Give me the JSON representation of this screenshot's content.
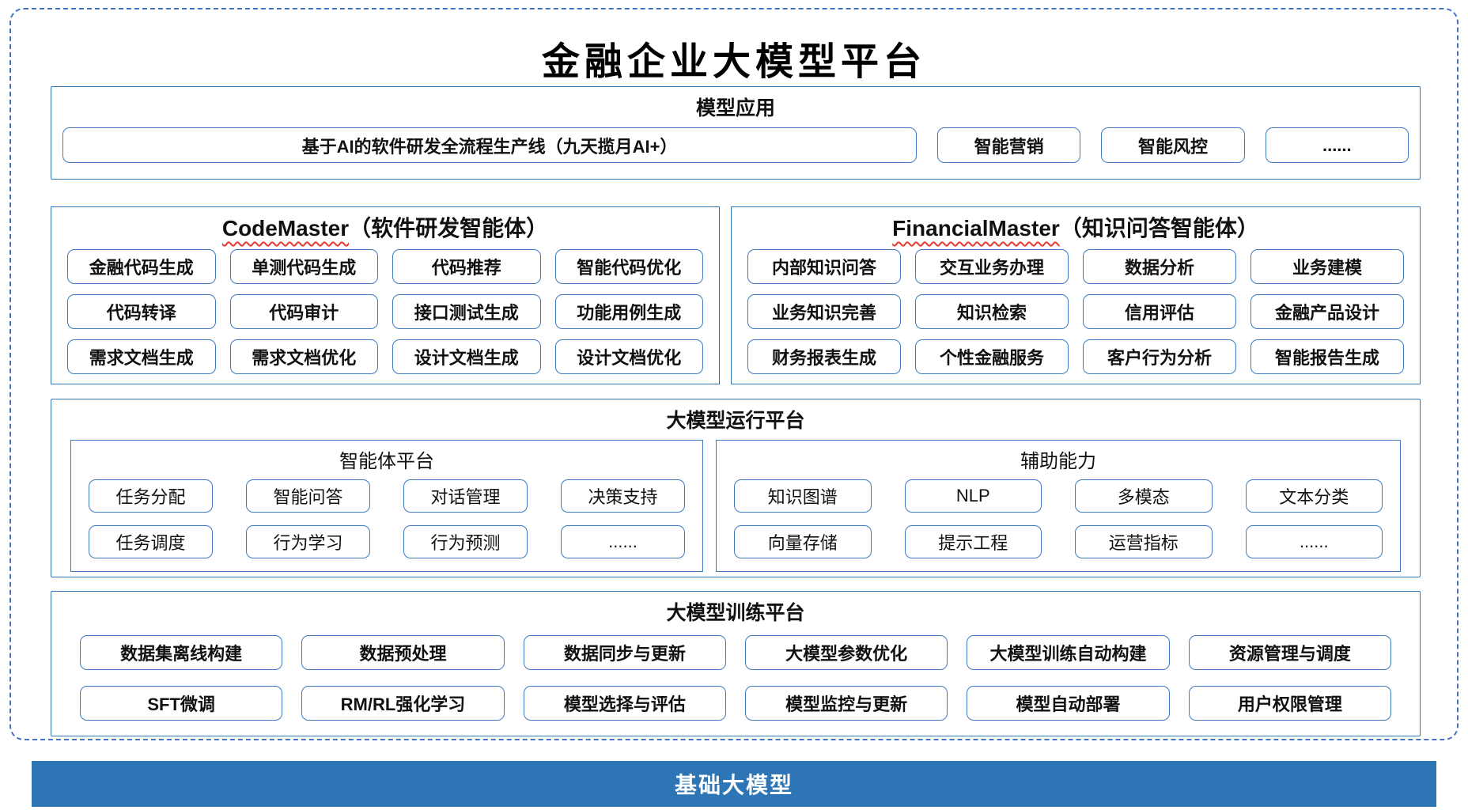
{
  "title": "金融企业大模型平台",
  "colors": {
    "section_border": "#2E75B6",
    "item_border": "#3E7BC0",
    "frame_border_dashed": "#4472C4",
    "bar_background": "#2E75B6",
    "bar_text": "#FFFFFF",
    "spellcheck_wavy_underline": "#E8392E"
  },
  "model_app": {
    "title": "模型应用",
    "pipeline": "基于AI的软件研发全流程生产线（九天揽月AI+）",
    "items": [
      "智能营销",
      "智能风控",
      "......"
    ]
  },
  "code_master": {
    "title_en": "CodeMaster",
    "title_zh": "（软件研发智能体）",
    "items": [
      "金融代码生成",
      "单测代码生成",
      "代码推荐",
      "智能代码优化",
      "代码转译",
      "代码审计",
      "接口测试生成",
      "功能用例生成",
      "需求文档生成",
      "需求文档优化",
      "设计文档生成",
      "设计文档优化"
    ]
  },
  "financial_master": {
    "title_en": "FinancialMaster",
    "title_zh": "（知识问答智能体）",
    "items": [
      "内部知识问答",
      "交互业务办理",
      "数据分析",
      "业务建模",
      "业务知识完善",
      "知识检索",
      "信用评估",
      "金融产品设计",
      "财务报表生成",
      "个性金融服务",
      "客户行为分析",
      "智能报告生成"
    ]
  },
  "runtime": {
    "title": "大模型运行平台",
    "agent_platform": {
      "title": "智能体平台",
      "items": [
        "任务分配",
        "智能问答",
        "对话管理",
        "决策支持",
        "任务调度",
        "行为学习",
        "行为预测",
        "......"
      ]
    },
    "aux_ability": {
      "title": "辅助能力",
      "items": [
        "知识图谱",
        "NLP",
        "多模态",
        "文本分类",
        "向量存储",
        "提示工程",
        "运营指标",
        "......"
      ]
    }
  },
  "training": {
    "title": "大模型训练平台",
    "items": [
      "数据集离线构建",
      "数据预处理",
      "数据同步与更新",
      "大模型参数优化",
      "大模型训练自动构建",
      "资源管理与调度",
      "SFT微调",
      "RM/RL强化学习",
      "模型选择与评估",
      "模型监控与更新",
      "模型自动部署",
      "用户权限管理"
    ]
  },
  "base_model": {
    "label": "基础大模型"
  }
}
